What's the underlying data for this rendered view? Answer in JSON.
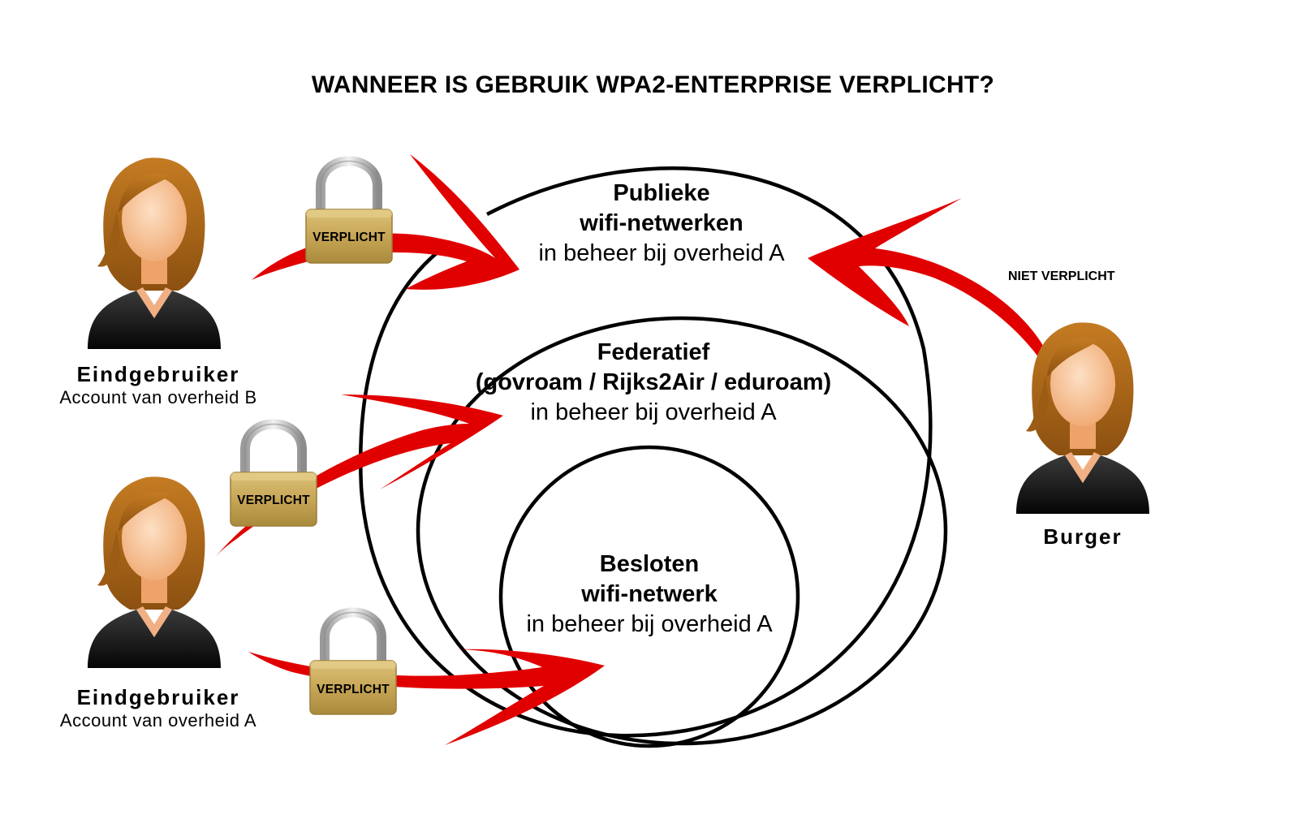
{
  "title": "WANNEER IS GEBRUIK WPA2-ENTERPRISE VERPLICHT?",
  "rings": {
    "public": {
      "line1": "Publieke",
      "line2": "wifi-netwerken",
      "line3": "in beheer bij overheid A"
    },
    "federated": {
      "line1": "Federatief",
      "line2": "(govroam / Rijks2Air / eduroam)",
      "line3": "in beheer bij overheid A"
    },
    "closed": {
      "line1": "Besloten",
      "line2": "wifi-netwerk",
      "line3": "in beheer bij overheid A"
    }
  },
  "persons": {
    "user_b": {
      "name": "Eindgebruiker",
      "account": "Account van overheid B"
    },
    "user_a": {
      "name": "Eindgebruiker",
      "account": "Account van overheid A"
    },
    "citizen": {
      "name": "Burger"
    }
  },
  "locks": {
    "required_label": "VERPLICHT"
  },
  "citizen_note": "NIET VERPLICHT",
  "colors": {
    "arrow": "#e10000",
    "ring": "#000000",
    "lock_body": "#c8a858",
    "lock_shackle": "#d4d4d4",
    "skin": "#f4b98a",
    "hair": "#b06a1a",
    "jacket": "#1a1a1a"
  },
  "icons": [
    "person-icon",
    "padlock-icon",
    "arrow-icon"
  ]
}
